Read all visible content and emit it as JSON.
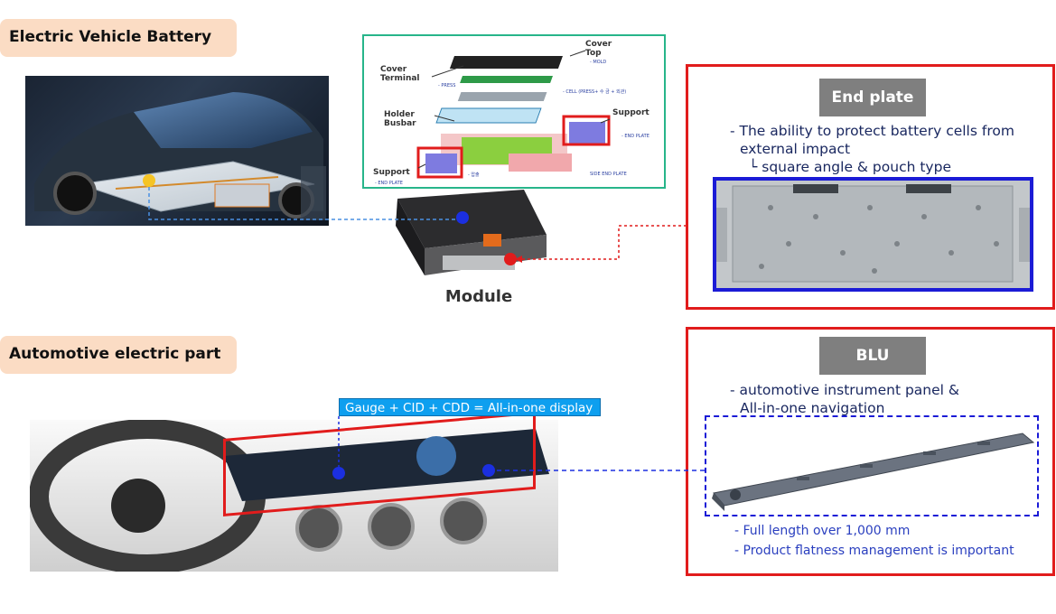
{
  "sections": {
    "ev_battery": "Electric Vehicle Battery",
    "automotive_part": "Automotive electric part"
  },
  "exploded_diagram": {
    "cover_top": "Cover\nTop",
    "cover_terminal": "Cover\nTerminal",
    "holder_busbar": "Holder\nBusbar",
    "support_right": "Support",
    "support_left": "Support",
    "mold": "- MOLD",
    "press": "- PRESS",
    "cell": "- CELL (PRESS+ 수 금 + 외관)",
    "end_plate_right": "- END PLATE",
    "end_plate_left": "- END PLATE",
    "side_end_plate": "SIDE END PLATE",
    "center_small": "- 압출"
  },
  "module_label": "Module",
  "end_plate": {
    "tag": "End plate",
    "line1": "- The ability to protect battery cells from",
    "line2": "external impact",
    "line3": "└ square angle & pouch type"
  },
  "blu": {
    "tag": "BLU",
    "line1": "- automotive instrument panel &",
    "line2": "All-in-one navigation",
    "note1": "- Full length over 1,000 mm",
    "note2": "- Product flatness management is important"
  },
  "gauge_label": "Gauge + CID + CDD = All-in-one display",
  "colors": {
    "pill_bg": "#fbdcc4",
    "red_frame": "#e11c1c",
    "blue_frame": "#1b1bd6",
    "gray_tag": "#7f7f7f",
    "callout_blue": "#0e9fef"
  }
}
